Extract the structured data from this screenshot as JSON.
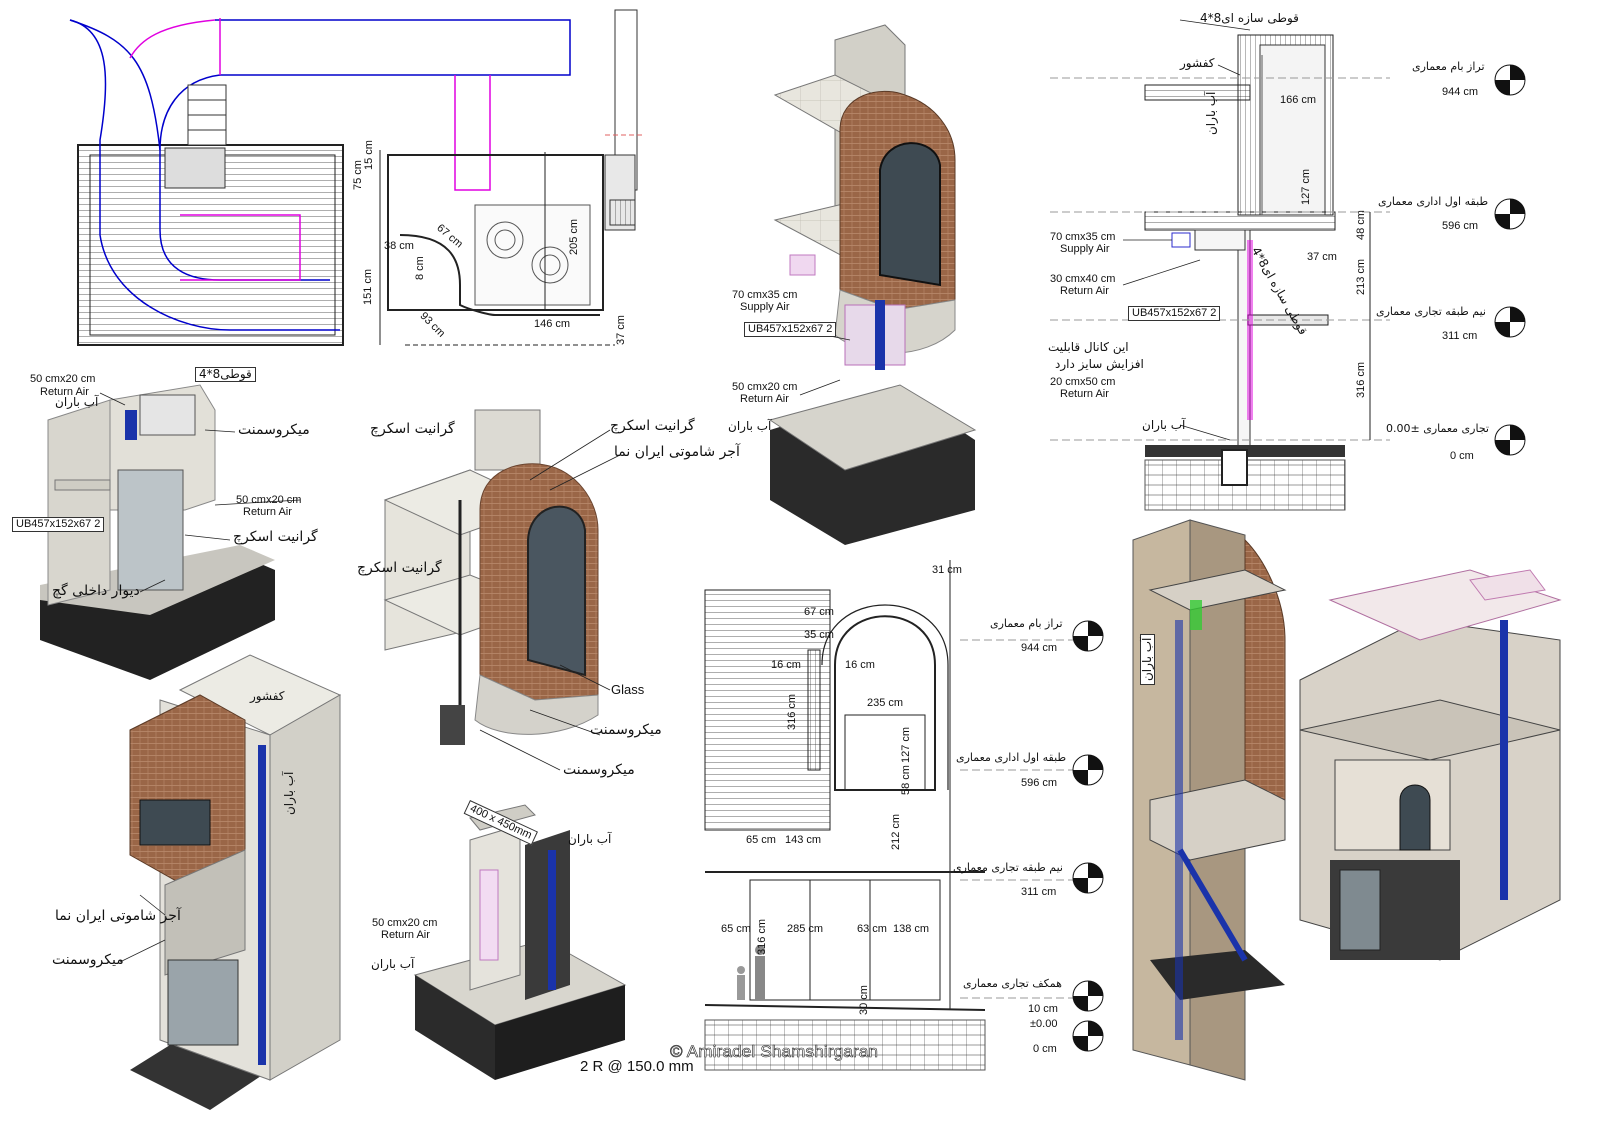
{
  "plan": {
    "dims": [
      {
        "t": "75 cm"
      },
      {
        "t": "15 cm"
      },
      {
        "t": "67 cm"
      },
      {
        "t": "38 cm"
      },
      {
        "t": "205 cm"
      },
      {
        "t": "8 cm"
      },
      {
        "t": "151 cm"
      },
      {
        "t": "93 cm"
      },
      {
        "t": "146 cm"
      },
      {
        "t": "37 cm"
      }
    ]
  },
  "iso_a": {
    "labels": [
      "50 cmx20 cm",
      "Return Air",
      "آب باران",
      "قوطی8*4",
      "میکروسمنت",
      "50 cmx20 cm",
      "Return Air",
      "UB457x152x67 2",
      "گرانیت اسکرچ",
      "دیوار داخلی گچ"
    ]
  },
  "iso_b": {
    "labels": [
      "گرانیت اسکرچ",
      "گرانیت اسکرچ",
      "آجر شاموتی ایران نما",
      "گرانیت اسکرچ",
      "Glass",
      "میکروسمنت",
      "میکروسمنت"
    ]
  },
  "iso_c": {
    "labels": [
      "کفشور",
      "آب باران",
      "آجر شاموتی ایران نما",
      "میکروسمنت"
    ]
  },
  "iso_d": {
    "labels": [
      "400 x 450mm",
      "آب باران",
      "50 cmx20 cm",
      "Return Air",
      "آب باران"
    ]
  },
  "iso_top": {
    "labels": [
      "70 cmx35 cm",
      "Supply Air",
      "UB457x152x67 2",
      "50 cmx20 cm",
      "Return Air",
      "آب باران"
    ]
  },
  "section": {
    "labels": [
      "قوطی سازه ای8*4",
      "کفشور",
      "آب باران",
      "166 cm",
      "127 cm",
      "48 cm",
      "37 cm",
      "213 cm",
      "316 cm",
      "70 cmx35 cm",
      "Supply Air",
      "30 cmx40 cm",
      "Return Air",
      "UB457x152x67 2",
      "این کانال قابلیت",
      "افزایش سایز دارد",
      "20 cmx50 cm",
      "Return Air",
      "آب باران",
      "قوطی سازه ای8*4"
    ],
    "levels": [
      {
        "name": "تراز بام معماری",
        "value": "944 cm"
      },
      {
        "name": "طبقه اول اداری معماری",
        "value": "596 cm"
      },
      {
        "name": "نیم طبقه تجاری معماری",
        "value": "311 cm"
      },
      {
        "name": "تجاری معماری ±0.00",
        "value": "0 cm"
      }
    ]
  },
  "elevation": {
    "dims": [
      "31 cm",
      "67 cm",
      "35 cm",
      "16 cm",
      "16 cm",
      "316 cm",
      "235 cm",
      "127 cm",
      "58 cm",
      "212 cm",
      "65 cm",
      "143 cm",
      "65 cm",
      "316 cm",
      "285 cm",
      "63 cm",
      "138 cm",
      "30 cm"
    ],
    "levels": [
      {
        "name": "تراز بام معماری",
        "value": "944 cm"
      },
      {
        "name": "طبقه اول اداری معماری",
        "value": "596 cm"
      },
      {
        "name": "نیم طبقه تجاری معماری",
        "value": "311 cm"
      },
      {
        "name": "همکف تجاری معماری",
        "value": "10 cm"
      },
      {
        "name": "±0.00",
        "value": "0 cm"
      }
    ]
  },
  "iso_right": {
    "labels": [
      "آب باران"
    ]
  },
  "footer": {
    "copyright": "© Amiradel Shamshirgaran",
    "scale_note": "2 R @ 150.0 mm"
  }
}
